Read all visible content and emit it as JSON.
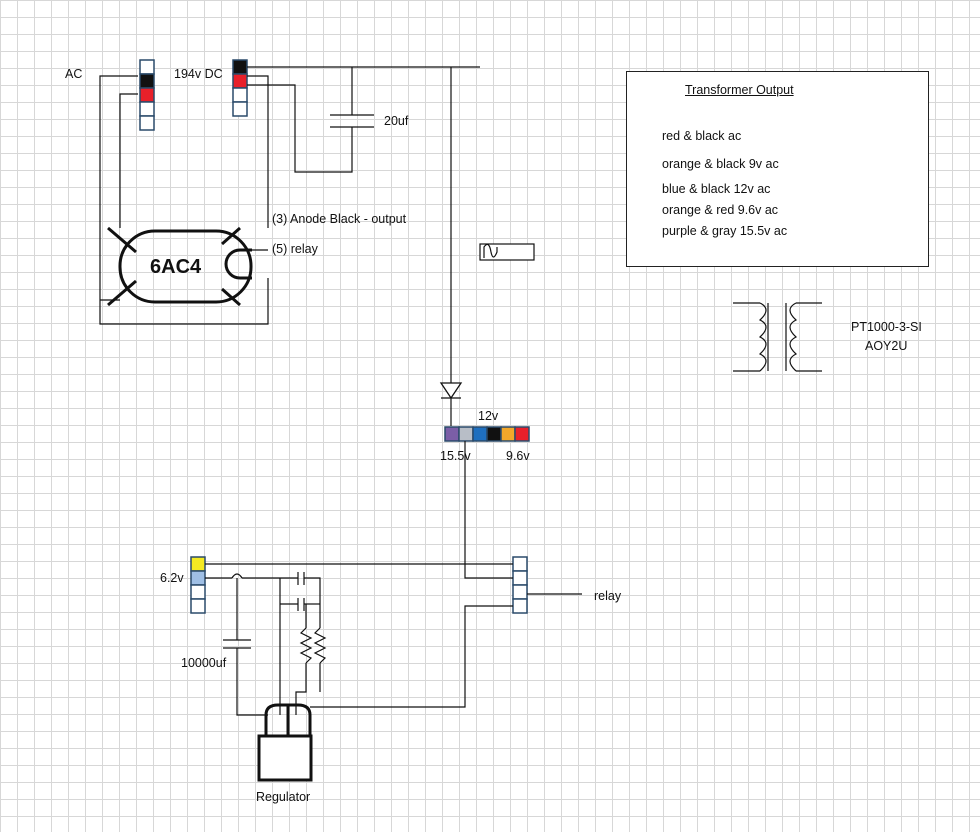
{
  "labels": {
    "ac": "AC",
    "dc": "194v DC",
    "cap_20uf": "20uf",
    "tube": "6AC4",
    "anode": "(3) Anode Black - output",
    "relay_pin": "(5) relay",
    "v12": "12v",
    "v155": "15.5v",
    "v96": "9.6v",
    "v62": "6.2v",
    "cap_10000uf": "10000uf",
    "relay": "relay",
    "regulator": "Regulator",
    "transformer_model_1": "PT1000-3-SI",
    "transformer_model_2": "AOY2U"
  },
  "legend": {
    "title": "Transformer Output",
    "lines": [
      "red & black ac",
      "orange & black 9v ac",
      "blue & black 12v ac",
      "orange & red 9.6v ac",
      "purple & gray 15.5v ac"
    ]
  },
  "colors": {
    "wire": "#111111",
    "pin_border": "#2a4a6a",
    "black": "#111111",
    "red": "#e8202a",
    "purple": "#7b5ea7",
    "gray": "#b8bec7",
    "blue": "#1f6fbf",
    "orange": "#f2a72a",
    "yellow": "#f4ea22",
    "light_blue": "#9fbfe5",
    "white": "#ffffff"
  }
}
